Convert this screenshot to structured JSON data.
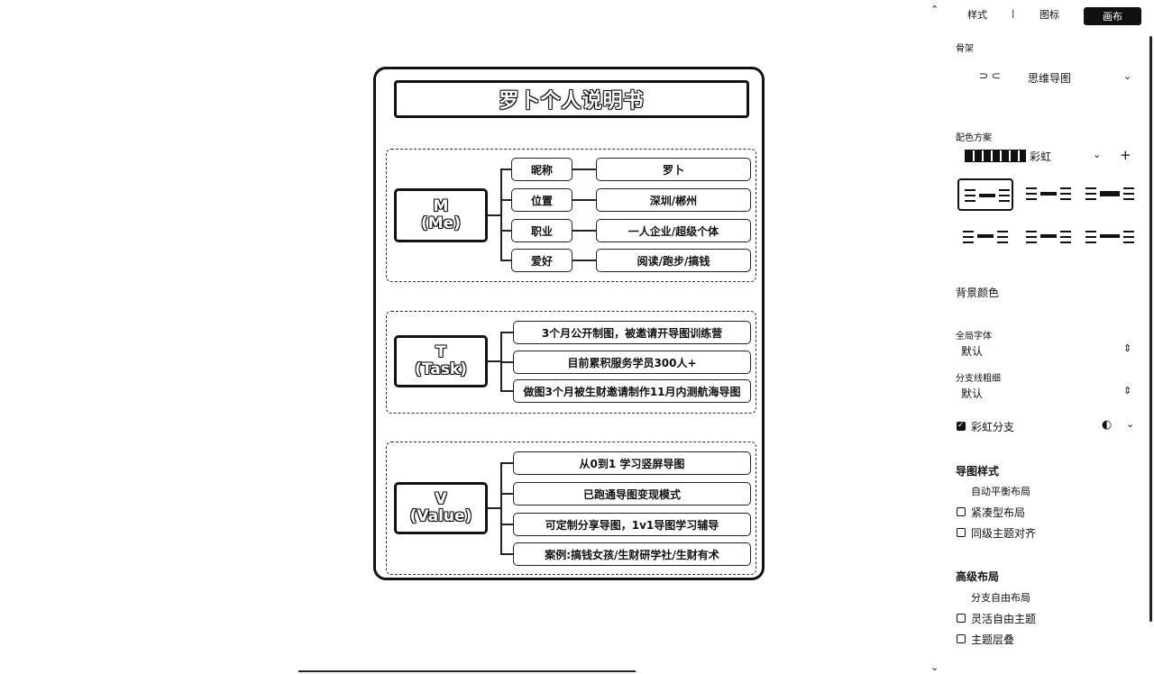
{
  "mindmap": {
    "title": "罗卜个人说明书",
    "sections": [
      {
        "root_line1": "M",
        "root_line2": "(Me)",
        "rows": [
          {
            "key": "昵称",
            "value": "罗卜"
          },
          {
            "key": "位置",
            "value": "深圳/郴州"
          },
          {
            "key": "职业",
            "value": "一人企业/超级个体"
          },
          {
            "key": "爱好",
            "value": "阅读/跑步/搞钱"
          }
        ]
      },
      {
        "root_line1": "T",
        "root_line2": "(Task)",
        "items": [
          "3个月公开制图，被邀请开导图训练营",
          "目前累积服务学员300人+",
          "做图3个月被生财邀请制作11月内测航海导图"
        ]
      },
      {
        "root_line1": "V",
        "root_line2": "(Value)",
        "items": [
          "从0到1 学习竖屏导图",
          "已跑通导图变现模式",
          "可定制分享导图，1v1导图学习辅导",
          "案例:搞钱女孩/生财研学社/生财有术"
        ]
      }
    ]
  },
  "panel": {
    "tabs": [
      "样式",
      "图标",
      "画布"
    ],
    "active_tab": "画布",
    "structure_label": "骨架",
    "structure_value": "思维导图",
    "color_scheme_label": "配色方案",
    "color_scheme_value": "彩虹",
    "background_color_label": "背景颜色",
    "global_font_label": "全局字体",
    "global_font_value": "默认",
    "branch_label": "分支线粗细",
    "branch_value": "默认",
    "rainbow_branch_label": "彩虹分支",
    "rainbow_branch_checked": true,
    "map_style_header": "导图样式",
    "map_style_options": [
      {
        "label": "自动平衡布局",
        "checked": false
      },
      {
        "label": "紧凑型布局",
        "checked": false
      },
      {
        "label": "同级主题对齐",
        "checked": false
      }
    ],
    "advanced_header": "高级布局",
    "advanced_options": [
      {
        "label": "分支自由布局",
        "checked": false
      },
      {
        "label": "灵活自由主题",
        "checked": false
      },
      {
        "label": "主题层叠",
        "checked": false
      }
    ],
    "icons": {
      "collapse": "chevron-up-icon",
      "dropdown": "chevron-down-icon",
      "add": "plus-icon",
      "spinner": "updown-icon"
    }
  }
}
